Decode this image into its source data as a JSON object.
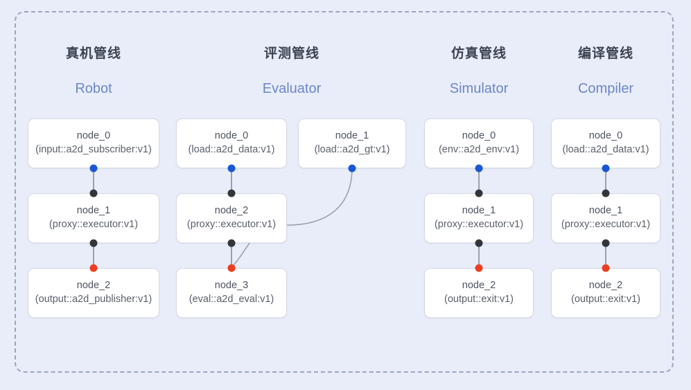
{
  "diagram": {
    "background_color": "#e8edf9",
    "frame_border_color": "#9aa5bd",
    "port_colors": {
      "input": "#1a56d6",
      "link": "#333639",
      "output": "#ec3e22"
    },
    "edge_color": "#9aa1ad"
  },
  "columns": [
    {
      "title_cn": "真机管线",
      "title_en": "Robot",
      "nodes": [
        {
          "name": "node_0",
          "spec": "(input::a2d_subscriber:v1)"
        },
        {
          "name": "node_1",
          "spec": "(proxy::executor:v1)"
        },
        {
          "name": "node_2",
          "spec": "(output::a2d_publisher:v1)"
        }
      ]
    },
    {
      "title_cn": "评测管线",
      "title_en": "Evaluator",
      "nodes": [
        {
          "name": "node_0",
          "spec": "(load::a2d_data:v1)"
        },
        {
          "name": "node_1",
          "spec": "(load::a2d_gt:v1)"
        },
        {
          "name": "node_2",
          "spec": "(proxy::executor:v1)"
        },
        {
          "name": "node_3",
          "spec": "(eval::a2d_eval:v1)"
        }
      ]
    },
    {
      "title_cn": "仿真管线",
      "title_en": "Simulator",
      "nodes": [
        {
          "name": "node_0",
          "spec": "(env::a2d_env:v1)"
        },
        {
          "name": "node_1",
          "spec": "(proxy::executor:v1)"
        },
        {
          "name": "node_2",
          "spec": "(output::exit:v1)"
        }
      ]
    },
    {
      "title_cn": "编译管线",
      "title_en": "Compiler",
      "nodes": [
        {
          "name": "node_0",
          "spec": "(load::a2d_data:v1)"
        },
        {
          "name": "node_1",
          "spec": "(proxy::executor:v1)"
        },
        {
          "name": "node_2",
          "spec": "(output::exit:v1)"
        }
      ]
    }
  ]
}
